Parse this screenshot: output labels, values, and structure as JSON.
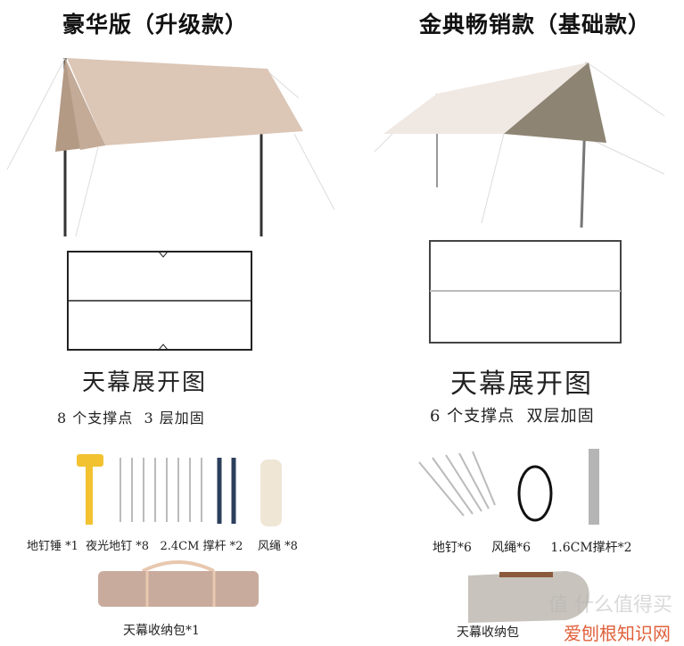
{
  "left": {
    "title": "豪华版（升级款）",
    "diagram_label": "天幕展开图",
    "features": "8 个支撑点  3 层加固",
    "accessories": [
      "地钉锤 *1",
      "夜光地钉 *8",
      "2.4CM 撑杆 *2",
      "风绳 *8"
    ],
    "bag_label": "天幕收纳包*1",
    "colors": {
      "tarp": "#d9c3b3",
      "shade": "#b49a86",
      "bag": "#c9ab9d"
    }
  },
  "right": {
    "title": "金典畅销款（基础款）",
    "diagram_label": "天幕展开图",
    "features": "6 个支撑点  双层加固",
    "accessories": [
      "地钉*6",
      "风绳*6",
      "1.6CM撑杆*2"
    ],
    "bag_label": "天幕收纳包",
    "colors": {
      "tarp": "#efe7e2",
      "shade": "#8e8574",
      "bag": "#c8c3bd"
    }
  },
  "watermarks": [
    "值 什么值得买",
    "爱刨根知识网"
  ]
}
